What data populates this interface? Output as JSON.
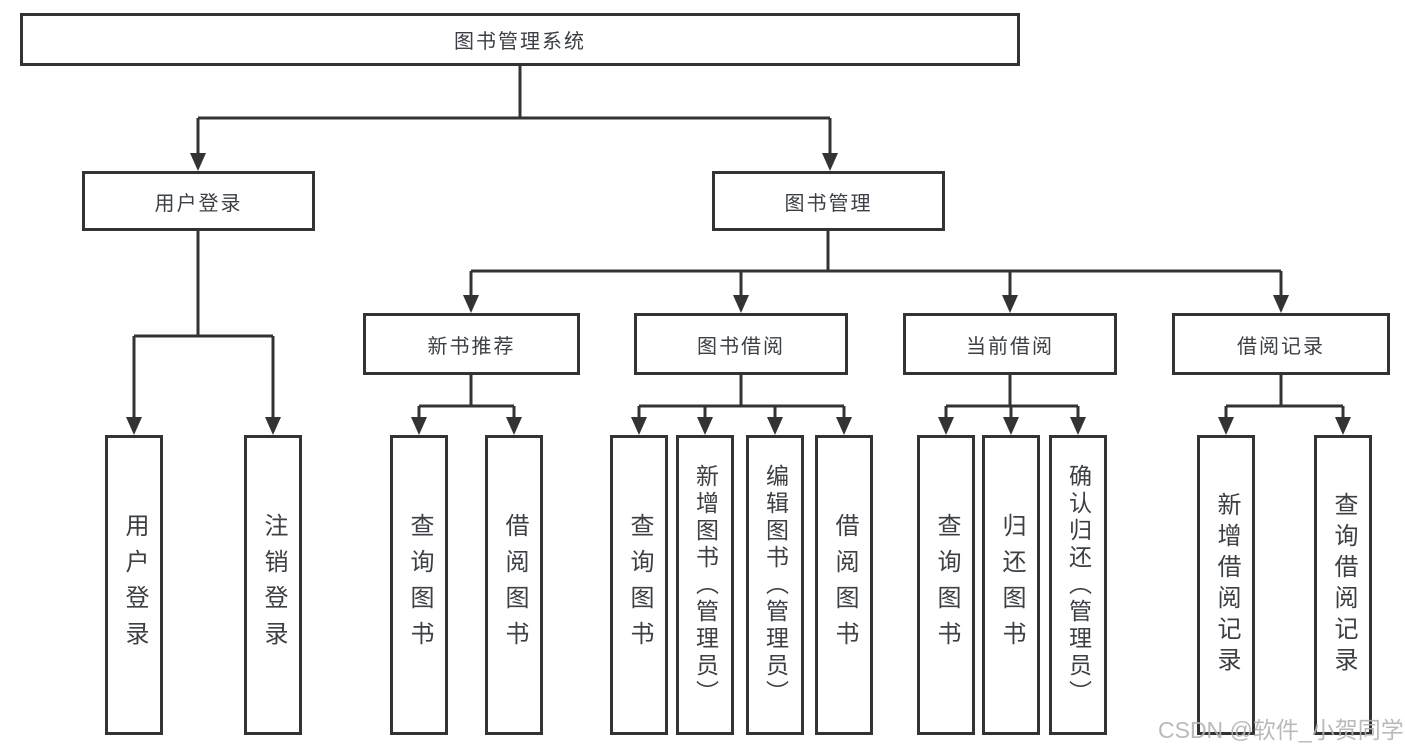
{
  "root": {
    "label": "图书管理系统"
  },
  "level2": {
    "userLogin": {
      "label": "用户登录"
    },
    "bookMgmt": {
      "label": "图书管理"
    }
  },
  "level3": {
    "newBookRec": {
      "label": "新书推荐"
    },
    "bookBorrow": {
      "label": "图书借阅"
    },
    "currentBorrow": {
      "label": "当前借阅"
    },
    "borrowRecord": {
      "label": "借阅记录"
    }
  },
  "leaves": {
    "userLogin": {
      "label": "用户登录"
    },
    "logout": {
      "label": "注销登录"
    },
    "queryBookA": {
      "label": "查询图书"
    },
    "borrowBookA": {
      "label": "借阅图书"
    },
    "queryBookB": {
      "label": "查询图书"
    },
    "addBookAdmin": {
      "label": "新增图书（管理员）"
    },
    "editBookAdmin": {
      "label": "编辑图书（管理员）"
    },
    "borrowBookB": {
      "label": "借阅图书"
    },
    "queryBookC": {
      "label": "查询图书"
    },
    "returnBook": {
      "label": "归还图书"
    },
    "confirmReturnAdmin": {
      "label": "确认归还（管理员）"
    },
    "addBorrowRecord": {
      "label": "新增借阅记录"
    },
    "queryBorrowRecord": {
      "label": "查询借阅记录"
    }
  },
  "watermark": "CSDN @软件_小贺同学",
  "colors": {
    "line": "#333333",
    "text": "#3c4045",
    "watermark": "#b3b3b3",
    "background": "#ffffff"
  }
}
